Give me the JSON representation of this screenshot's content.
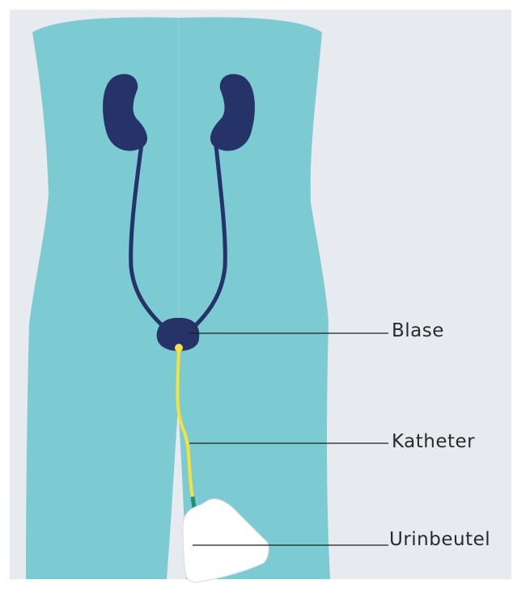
{
  "labels": {
    "bladder": "Blase",
    "catheter": "Katheter",
    "bag": "Urinbeutel"
  },
  "colors": {
    "background": "#e7eaef",
    "body": "#7ccbd3",
    "organ": "#253369",
    "catheter": "#f6e23c",
    "connector": "#1f8f7a",
    "bag": "#ffffff",
    "leader_line": "#1e1e1e"
  }
}
